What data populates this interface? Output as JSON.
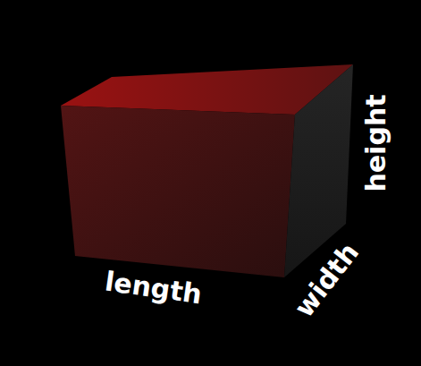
{
  "diagram": {
    "labels": [
      "length",
      "width",
      "height"
    ]
  }
}
